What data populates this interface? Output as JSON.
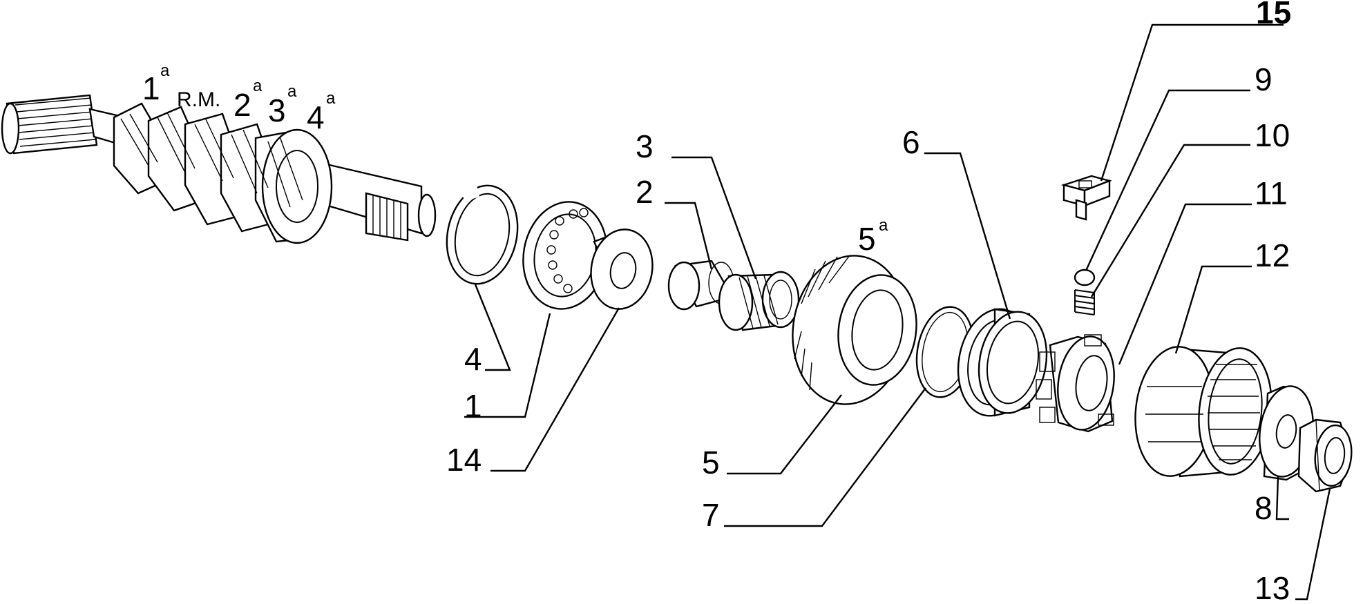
{
  "diagram": {
    "gear_labels": {
      "first": {
        "num": "1",
        "sup": "a"
      },
      "reverse": "R.M.",
      "second": {
        "num": "2",
        "sup": "a"
      },
      "third": {
        "num": "3",
        "sup": "a"
      },
      "fourth": {
        "num": "4",
        "sup": "a"
      },
      "fifth": {
        "num": "5",
        "sup": "a"
      }
    },
    "callouts": {
      "c1": "1",
      "c2": "2",
      "c3": "3",
      "c4": "4",
      "c5": "5",
      "c6": "6",
      "c7": "7",
      "c8": "8",
      "c9": "9",
      "c10": "10",
      "c11": "11",
      "c12": "12",
      "c13": "13",
      "c14": "14",
      "c15": "15"
    },
    "colors": {
      "ink": "#000000",
      "paper": "#ffffff"
    }
  }
}
